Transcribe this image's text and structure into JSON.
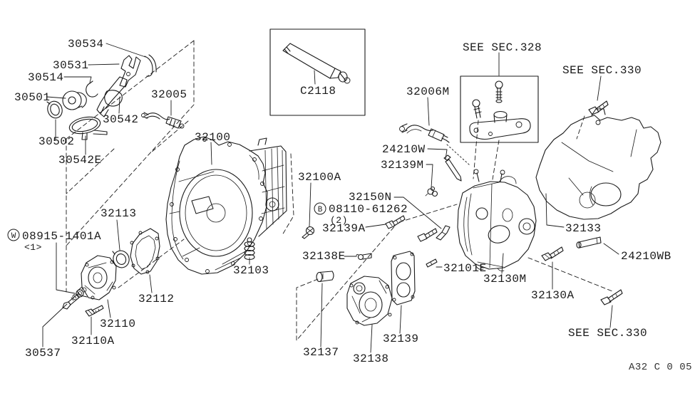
{
  "style": {
    "line_color": "#1a1a1a",
    "background": "#ffffff"
  },
  "footer_code": "A32 C 0 05",
  "labels": {
    "p30534": "30534",
    "p30531": "30531",
    "p30514": "30514",
    "p30501": "30501",
    "p30502": "30502",
    "p30542": "30542",
    "p30542E": "30542E",
    "p32005": "32005",
    "p32100": "32100",
    "pC2118": "C2118",
    "see_sec_328": "SEE SEC.328",
    "see_sec_330_top": "SEE SEC.330",
    "see_sec_330_bottom": "SEE SEC.330",
    "p32006M": "32006M",
    "p24210W": "24210W",
    "p32139M": "32139M",
    "p32100A": "32100A",
    "p32150N": "32150N",
    "b_prefix": "B",
    "b_number": "08110-61262",
    "b_qty": "(2)",
    "p32139A": "32139A",
    "w_prefix": "W",
    "w_number": "08915-1401A",
    "w_qty": "<1>",
    "p32113": "32113",
    "p32112": "32112",
    "p32110": "32110",
    "p32110A": "32110A",
    "p30537": "30537",
    "p32103": "32103",
    "p32137": "32137",
    "p32138": "32138",
    "p32139": "32139",
    "p32138E": "32138E",
    "p32101E": "32101E",
    "p32130M": "32130M",
    "p32130A": "32130A",
    "p32133": "32133",
    "p24210WB": "24210WB"
  }
}
